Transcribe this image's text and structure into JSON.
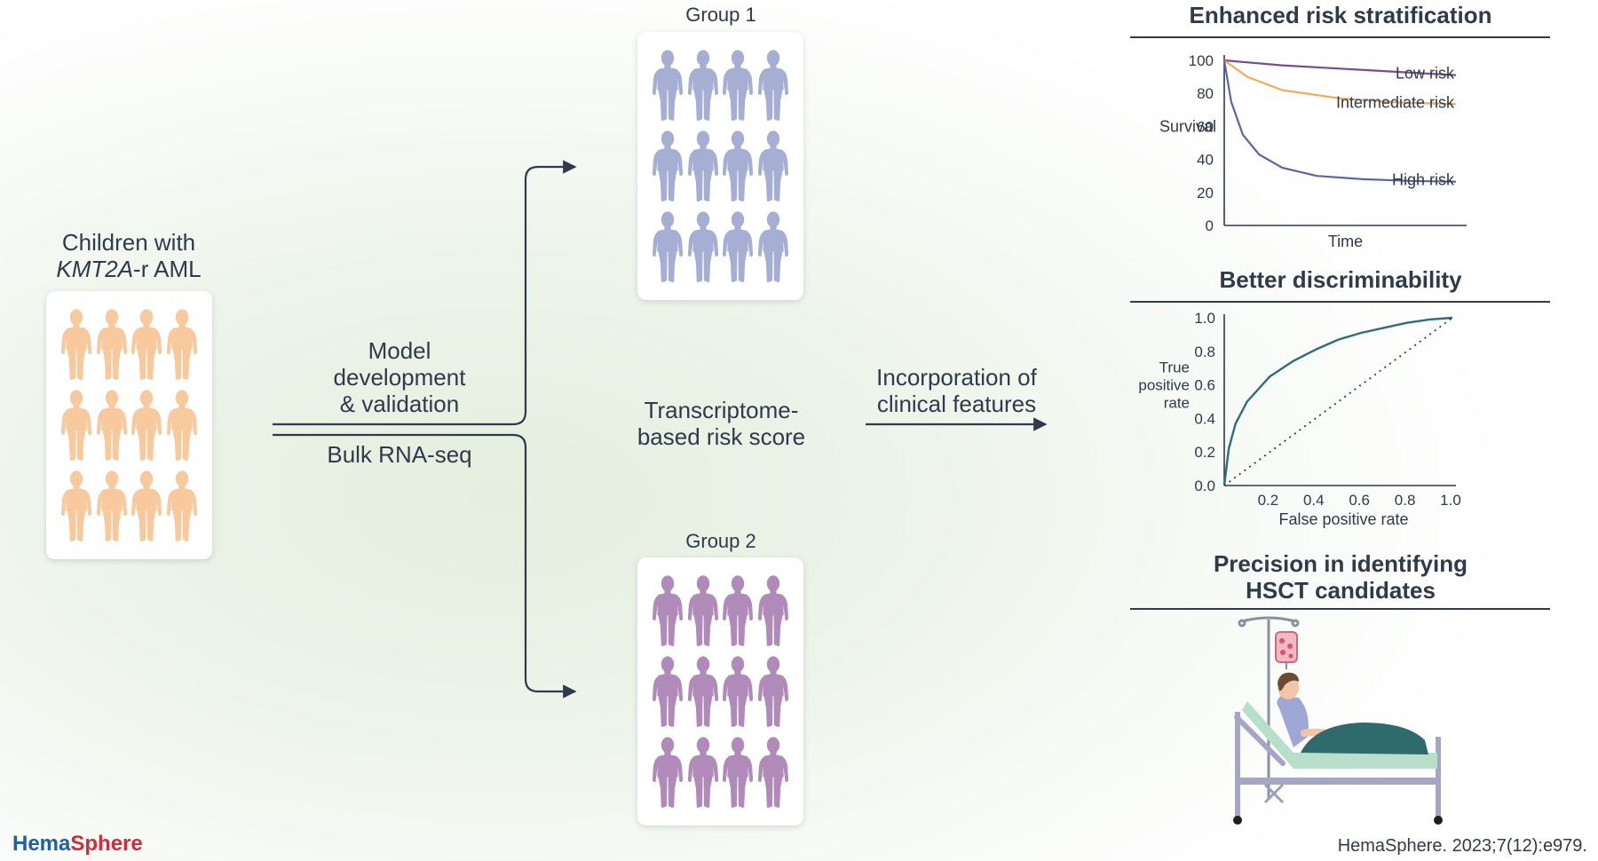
{
  "source": {
    "title_line1": "Children with",
    "title_gene": "KMT2A",
    "title_rest": "-r AML",
    "colors": {
      "person": "#f8c99d"
    }
  },
  "method": {
    "line1": "Model",
    "line2": "development",
    "line3": "& validation",
    "below": "Bulk RNA-seq"
  },
  "group1": {
    "label": "Group 1",
    "colors": {
      "person": "#a6aed4"
    }
  },
  "group2": {
    "label": "Group 2",
    "colors": {
      "person": "#b08ab9"
    }
  },
  "center": {
    "line1": "Transcriptome-",
    "line2": "based risk score"
  },
  "incorporation": {
    "line1": "Incorporation of",
    "line2": "clinical features"
  },
  "risk_section": {
    "title": "Enhanced risk stratification"
  },
  "roc_section": {
    "title": "Better discriminability"
  },
  "hsct_section": {
    "line1": "Precision in identifying",
    "line2": "HSCT candidates"
  },
  "footer": {
    "logo_part1": "Hema",
    "logo_part2": "Sphere",
    "citation": "HemaSphere. 2023;7(12):e979."
  },
  "chart_data": [
    {
      "type": "line",
      "title": "Enhanced risk stratification",
      "xlabel": "Time",
      "ylabel": "Survival",
      "ylim": [
        0,
        100
      ],
      "y_ticks": [
        "100",
        "80",
        "60",
        "40",
        "20",
        "0"
      ],
      "x_ticks": [],
      "grid": false,
      "series": [
        {
          "name": "Low risk",
          "color": "#7b4a93",
          "x": [
            0,
            0.25,
            0.5,
            0.75,
            1
          ],
          "y": [
            100,
            97,
            95,
            93,
            91
          ]
        },
        {
          "name": "Intermediate risk",
          "color": "#f3a958",
          "x": [
            0,
            0.1,
            0.25,
            0.5,
            0.75,
            1
          ],
          "y": [
            100,
            90,
            82,
            77,
            74.5,
            73.5
          ]
        },
        {
          "name": "High risk",
          "color": "#5b64a8",
          "x": [
            0,
            0.03,
            0.08,
            0.15,
            0.25,
            0.4,
            0.6,
            0.8,
            1
          ],
          "y": [
            100,
            75,
            55,
            43,
            35,
            30,
            28,
            27,
            26.5
          ]
        }
      ]
    },
    {
      "type": "line",
      "title": "Better discriminability",
      "xlabel": "False positive rate",
      "ylabel_lines": [
        "True",
        "positive",
        "rate"
      ],
      "xlim": [
        0,
        1
      ],
      "ylim": [
        0,
        1
      ],
      "x_ticks": [
        "0.2",
        "0.4",
        "0.6",
        "0.8",
        "1.0"
      ],
      "y_ticks": [
        "1.0",
        "0.8",
        "0.6",
        "0.4",
        "0.2",
        "0.0"
      ],
      "grid": false,
      "series": [
        {
          "color": "#2f6d78",
          "x": [
            0,
            0.02,
            0.05,
            0.1,
            0.2,
            0.3,
            0.4,
            0.5,
            0.6,
            0.7,
            0.8,
            0.9,
            1
          ],
          "y": [
            0,
            0.22,
            0.37,
            0.5,
            0.65,
            0.74,
            0.81,
            0.87,
            0.91,
            0.94,
            0.97,
            0.99,
            1
          ]
        },
        {
          "style": "dotted",
          "color": "#2f3a4a",
          "x": [
            0,
            1
          ],
          "y": [
            0,
            1
          ]
        }
      ]
    }
  ]
}
